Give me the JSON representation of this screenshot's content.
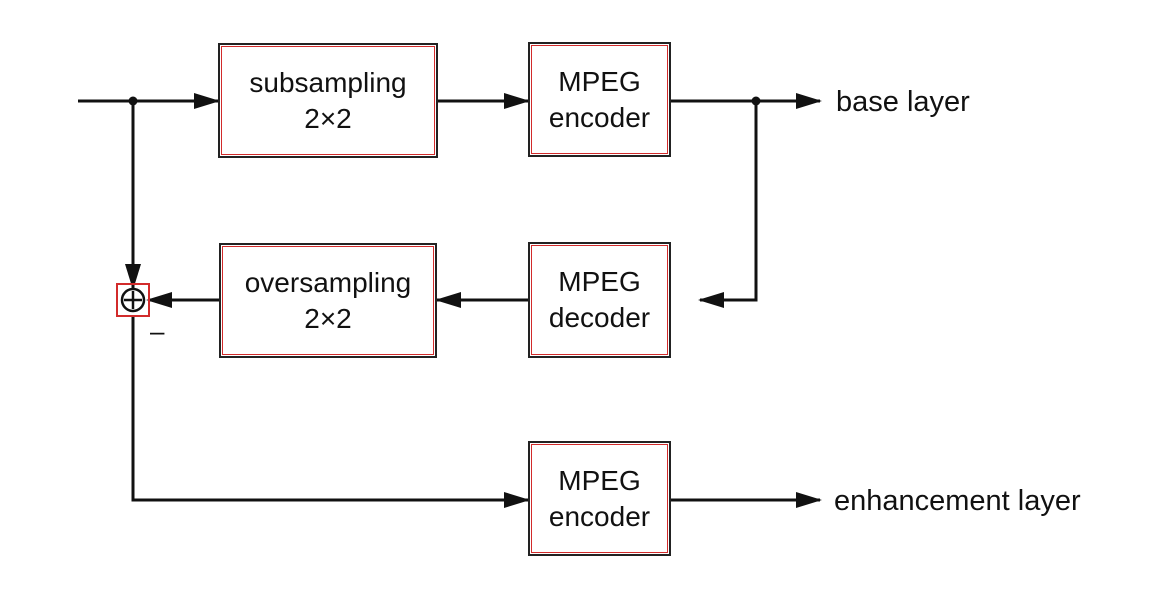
{
  "blocks": {
    "subsampling": {
      "line1": "subsampling",
      "line2": "2×2"
    },
    "encoder_base": {
      "line1": "MPEG",
      "line2": "encoder"
    },
    "oversampling": {
      "line1": "oversampling",
      "line2": "2×2"
    },
    "decoder": {
      "line1": "MPEG",
      "line2": "decoder"
    },
    "encoder_enh": {
      "line1": "MPEG",
      "line2": "encoder"
    }
  },
  "outputs": {
    "base_layer": "base layer",
    "enhancement_layer": "enhancement layer"
  },
  "summing_junction": {
    "minus_sign": "–"
  },
  "colors": {
    "line": "#111111",
    "highlight": "#d22b2b"
  }
}
